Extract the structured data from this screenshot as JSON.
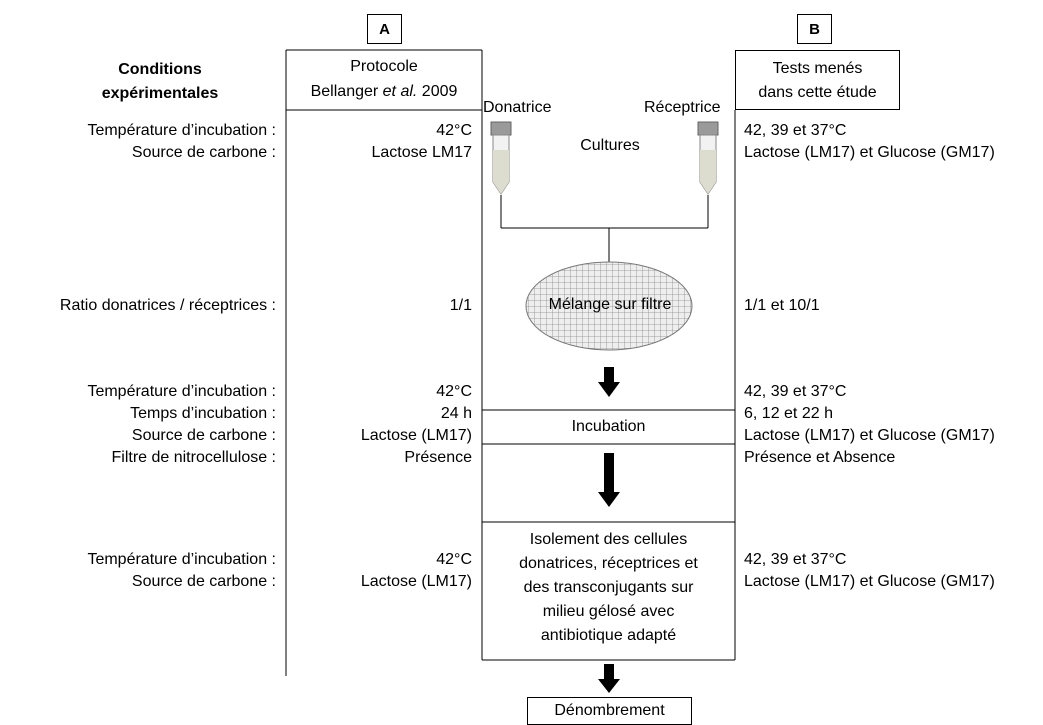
{
  "label_a": "A",
  "label_b": "B",
  "conditions_header": [
    "Conditions",
    "expérimentales"
  ],
  "protocol_a": {
    "line1": "Protocole",
    "line2_prefix": "Bellanger ",
    "line2_italic": "et al.",
    "line2_suffix": " 2009"
  },
  "tests_b": [
    "Tests menés",
    "dans cette étude"
  ],
  "tubes": {
    "donor": "Donatrice",
    "recipient": "Réceptrice",
    "cultures": "Cultures"
  },
  "filter_label": "Mélange sur filtre",
  "incubation_label": "Incubation",
  "isolation_label": [
    "Isolement des cellules",
    "donatrices, réceptrices et",
    "des transconjugants sur",
    "milieu gélosé avec",
    "antibiotique adapté"
  ],
  "enumeration_label": "Dénombrement",
  "group1": {
    "conditions": [
      "Température d’incubation :",
      "Source de carbone :"
    ],
    "a": [
      "42°C",
      "Lactose LM17"
    ],
    "b": [
      "42, 39 et 37°C",
      "Lactose (LM17) et Glucose (GM17)"
    ]
  },
  "group2": {
    "conditions": [
      "Ratio donatrices / réceptrices :"
    ],
    "a": [
      "1/1"
    ],
    "b": [
      "1/1 et 10/1"
    ]
  },
  "group3": {
    "conditions": [
      "Température d’incubation :",
      "Temps d’incubation :",
      "Source de carbone :",
      "Filtre de nitrocellulose :"
    ],
    "a": [
      "42°C",
      "24 h",
      "Lactose (LM17)",
      "Présence"
    ],
    "b": [
      "42, 39 et 37°C",
      "6, 12 et 22 h",
      "Lactose (LM17) et Glucose (GM17)",
      "Présence et Absence"
    ]
  },
  "group4": {
    "conditions": [
      "Température d’incubation :",
      "Source de carbone :"
    ],
    "a": [
      "42°C",
      "Lactose (LM17)"
    ],
    "b": [
      "42, 39 et 37°C",
      "Lactose (LM17) et Glucose (GM17)"
    ]
  }
}
